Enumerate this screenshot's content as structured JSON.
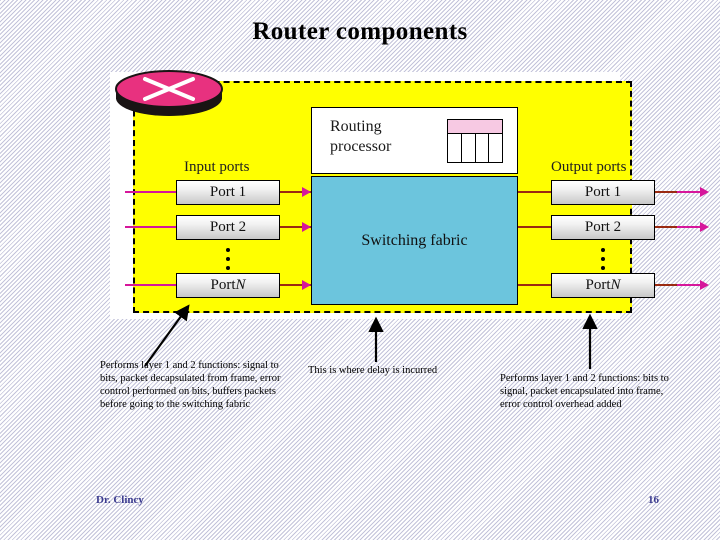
{
  "slide": {
    "title": "Router components",
    "page_number": "16",
    "author": "Dr. Clincy"
  },
  "diagram": {
    "router_icon_name": "router-cylinder-icon",
    "routing_processor": {
      "label": "Routing\nprocessor",
      "label_line1": "Routing",
      "label_line2": "processor",
      "table_icon_name": "routing-table-icon",
      "table_header_color": "#f7c9e3",
      "table_columns": 4
    },
    "switching_fabric": {
      "label": "Switching fabric",
      "color": "#6cc5dd"
    },
    "input_section": {
      "heading": "Input ports",
      "ports": [
        {
          "label": "Port 1"
        },
        {
          "label": "Port 2"
        },
        {
          "label_prefix": "Port ",
          "label_italic": "N"
        }
      ],
      "ellipsis": "vertical-dots"
    },
    "output_section": {
      "heading": "Output ports",
      "ports": [
        {
          "label": "Port 1"
        },
        {
          "label": "Port 2"
        },
        {
          "label_prefix": "Port ",
          "label_italic": "N"
        }
      ],
      "ellipsis": "vertical-dots"
    },
    "colors": {
      "router_body": "#ffff00",
      "router_icon": "#e8317f",
      "switching_fabric": "#6cc5dd",
      "link_external": "#d6169b",
      "link_internal": "#9a2a11",
      "footer_text": "#3b3b8f"
    }
  },
  "annotations": {
    "left": "Performs layer 1 and 2 functions: signal to bits, packet decapsulated from frame, error control performed on bits, buffers packets before going to the switching fabric",
    "middle": "This is where delay is incurred",
    "right": "Performs layer 1 and 2 functions: bits to signal, packet encapsulated into frame, error control overhead added"
  }
}
